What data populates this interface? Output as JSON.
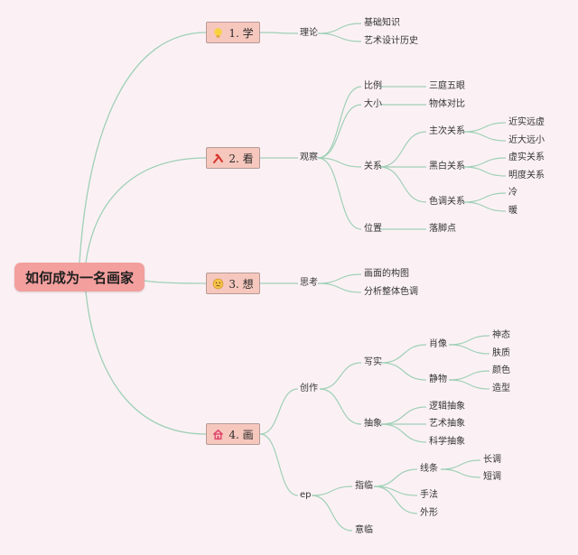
{
  "root": "如何成为一名画家",
  "topics": {
    "t1": "1. 学",
    "t2": "2. 看",
    "t3": "3. 想",
    "t4": "4. 画"
  },
  "nodes": {
    "lilun": "理论",
    "jichu": "基础知识",
    "yishu_lishi": "艺术设计历史",
    "guancha": "观察",
    "bili": "比例",
    "santing": "三庭五眼",
    "daxiao": "大小",
    "wuti": "物体对比",
    "guanxi": "关系",
    "zhuci": "主次关系",
    "jinshi": "近实远虚",
    "jinda": "近大远小",
    "heibai": "黑白关系",
    "xushi": "虚实关系",
    "mingdu": "明度关系",
    "sediao": "色调关系",
    "leng": "冷",
    "nuan": "暖",
    "weizhi": "位置",
    "luojiao": "落脚点",
    "sikao": "思考",
    "goutu": "画面的构图",
    "fenxi": "分析整体色调",
    "chuangzuo": "创作",
    "xieshi": "写实",
    "xiaoxiang": "肖像",
    "shentai": "神态",
    "fuzhi": "肤质",
    "jingwu": "静物",
    "yanse": "颜色",
    "zaoxing": "造型",
    "chouxiang": "抽象",
    "luoji": "逻辑抽象",
    "yishu_chouxiang": "艺术抽象",
    "kexue": "科学抽象",
    "ep": "ep",
    "zhilin": "指临",
    "xiantiao": "线条",
    "changdiao": "长调",
    "duandiao": "短调",
    "shoufa": "手法",
    "waixing": "外形",
    "yilin": "意临"
  },
  "colors": {
    "background": "#fbf1f4",
    "root_fill": "#f39f9d",
    "topic_fill": "#f6c7bd",
    "topic_border": "#b59a96",
    "link": "#9fd0b7"
  },
  "icons": {
    "t1": "lightbulb-icon",
    "t2": "tools-icon",
    "t3": "thinking-face-icon",
    "t4": "house-icon"
  }
}
